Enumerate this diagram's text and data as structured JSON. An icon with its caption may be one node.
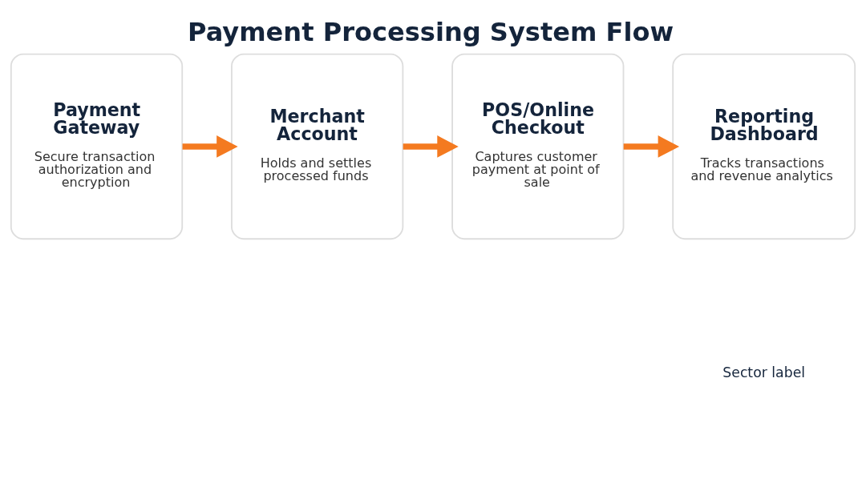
{
  "diagram": {
    "title": "Payment Processing System Flow",
    "nodes": [
      {
        "text": [
          "Payment Gateway",
          "Secure transaction authorization and encryption"
        ]
      },
      {
        "text": [
          "Merchant Account",
          "Holds and settles processed funds"
        ]
      },
      {
        "text": [
          "POS/Online Checkout",
          "Captures customer payment at point of sale"
        ]
      },
      {
        "text": [
          "Reporting Dashboard",
          "Tracks transactions and revenue analytics"
        ]
      }
    ],
    "edges": [
      {
        "from": 0,
        "to": 1,
        "arrow": "to"
      },
      {
        "from": 1,
        "to": 2,
        "arrow": "to"
      },
      {
        "from": 2,
        "to": 3,
        "arrow": "to"
      }
    ],
    "labels": [
      "Sector label"
    ]
  }
}
